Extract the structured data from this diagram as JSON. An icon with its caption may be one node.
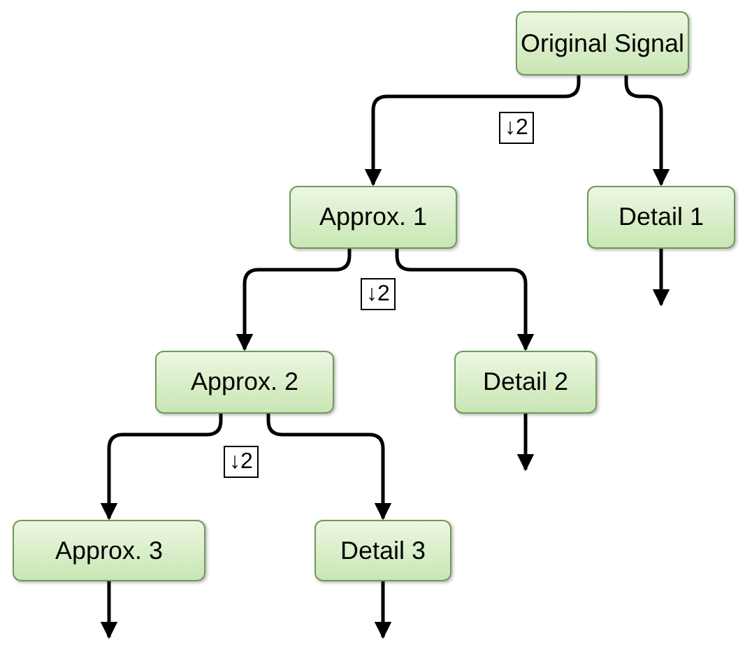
{
  "diagram": {
    "nodes": [
      {
        "text": [
          "Original Signal"
        ]
      },
      {
        "text": [
          "Approx. 1"
        ]
      },
      {
        "text": [
          "Detail 1"
        ]
      },
      {
        "text": [
          "Approx. 2"
        ]
      },
      {
        "text": [
          "Detail 2"
        ]
      },
      {
        "text": [
          "Approx. 3"
        ]
      },
      {
        "text": [
          "Detail 3"
        ]
      }
    ],
    "edges": [
      {
        "from": 0,
        "to": 1,
        "arrow": "to"
      },
      {
        "from": 0,
        "to": 2,
        "arrow": "to"
      },
      {
        "from": 2,
        "to": null,
        "arrow": "to"
      },
      {
        "from": 1,
        "to": 3,
        "arrow": "to"
      },
      {
        "from": 1,
        "to": 4,
        "arrow": "to"
      },
      {
        "from": 4,
        "to": null,
        "arrow": "to"
      },
      {
        "from": 3,
        "to": 5,
        "arrow": "to"
      },
      {
        "from": 3,
        "to": 6,
        "arrow": "to"
      },
      {
        "from": 5,
        "to": null,
        "arrow": "to"
      },
      {
        "from": 6,
        "to": null,
        "arrow": "to"
      }
    ],
    "labels": [
      "↓2",
      "↓2",
      "↓2"
    ]
  }
}
